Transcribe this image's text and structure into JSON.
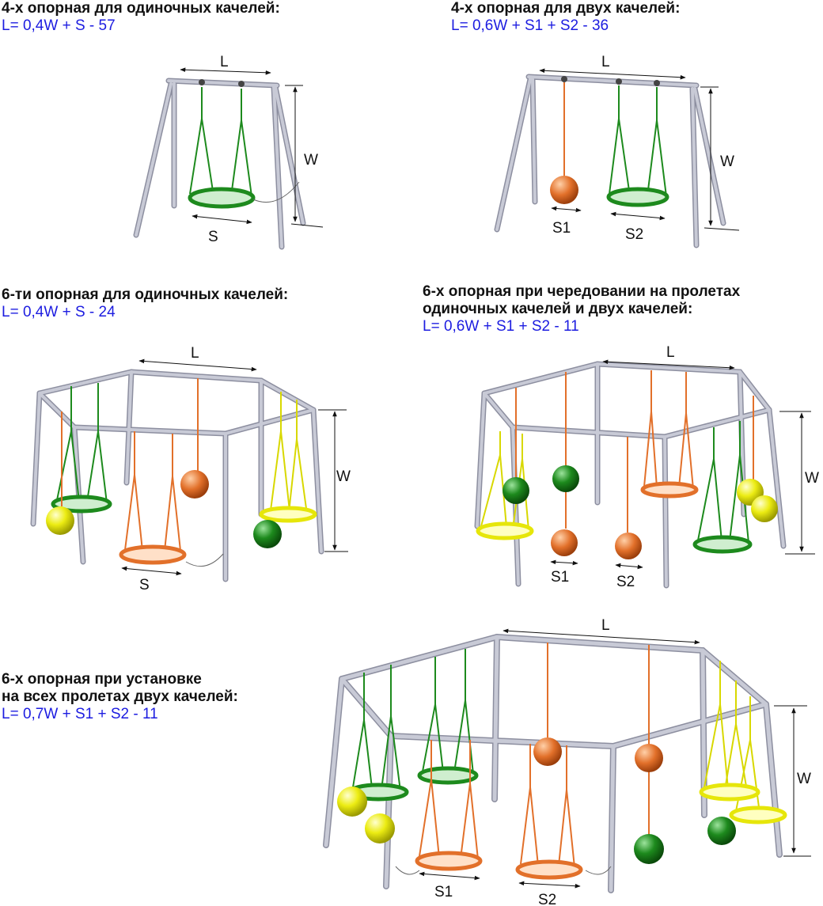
{
  "sections": [
    {
      "title": "4-х опорная для одиночных качелей:",
      "formula": "L= 0,4W + S - 57",
      "labels": {
        "L": "L",
        "W": "W",
        "S": "S"
      }
    },
    {
      "title": "4-х опорная для двух качелей:",
      "formula": "L= 0,6W + S1 + S2 - 36",
      "labels": {
        "L": "L",
        "W": "W",
        "S1": "S1",
        "S2": "S2"
      }
    },
    {
      "title": "6-ти опорная для одиночных качелей:",
      "formula": "L= 0,4W + S - 24",
      "labels": {
        "L": "L",
        "W": "W",
        "S": "S"
      }
    },
    {
      "title": "6-х опорная при чередовании на пролетах\nодиночных качелей и двух качелей:",
      "formula": "L= 0,6W + S1 + S2 - 11",
      "labels": {
        "L": "L",
        "W": "W",
        "S1": "S1",
        "S2": "S2"
      }
    },
    {
      "title": "6-х опорная при установке\nна всех пролетах двух качелей:",
      "formula": "L= 0,7W + S1 + S2 - 11",
      "labels": {
        "L": "L",
        "W": "W",
        "S1": "S1",
        "S2": "S2"
      }
    }
  ],
  "colors": {
    "frame": "#c8cad6",
    "frame_edge": "#8d8fa0",
    "title": "#111111",
    "formula": "#1c1ce0",
    "green": "#1d8a1d",
    "orange": "#e2702a",
    "yellow": "#e6e60a",
    "chain": "#777777"
  }
}
